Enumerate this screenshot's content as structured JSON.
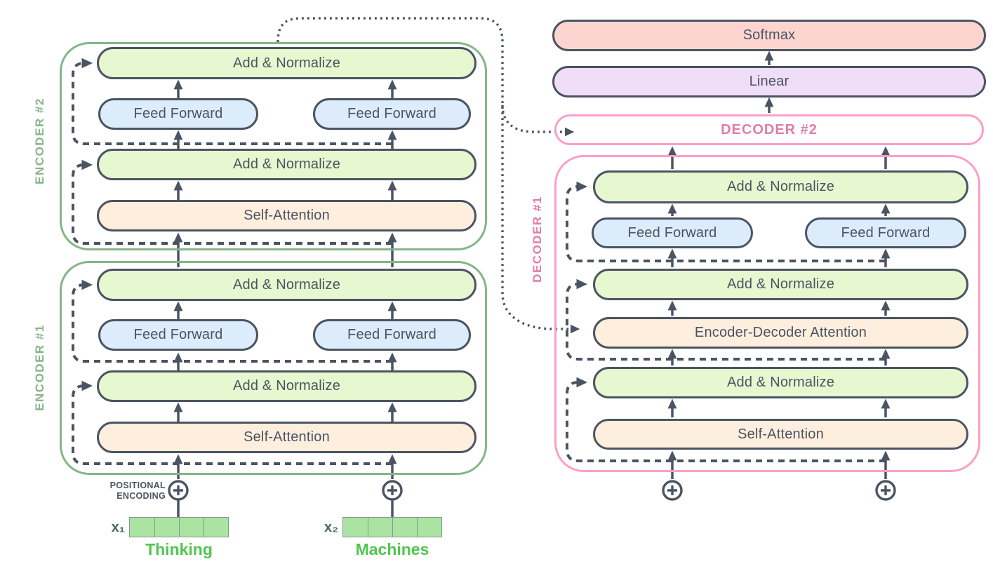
{
  "labels": {
    "encoder_2": "ENCODER #2",
    "encoder_1": "ENCODER #1",
    "decoder_1": "DECODER #1",
    "decoder_2": "DECODER #2",
    "positional_line1": "POSITIONAL",
    "positional_line2": "ENCODING"
  },
  "blocks": {
    "add_normalize": "Add & Normalize",
    "feed_forward": "Feed Forward",
    "self_attention": "Self-Attention",
    "encoder_decoder_attention": "Encoder-Decoder Attention",
    "softmax": "Softmax",
    "linear": "Linear"
  },
  "inputs": {
    "x1_label": "x₁",
    "x1_word": "Thinking",
    "x2_label": "x₂",
    "x2_word": "Machines",
    "embedding_cells": 4
  },
  "colors": {
    "slate": "#4b5462",
    "add_normalize_fill": "#e7f7cf",
    "feed_forward_fill": "#ddecfb",
    "attention_fill": "#fdeedd",
    "softmax_fill": "#fdd5d0",
    "linear_fill": "#f0ddf6",
    "encoder_border": "#85b588",
    "decoder_border": "#fb9fc9",
    "decoder_label": "#e07da7",
    "word_green": "#50c64f",
    "embedding_fill": "#a9e5a0"
  }
}
